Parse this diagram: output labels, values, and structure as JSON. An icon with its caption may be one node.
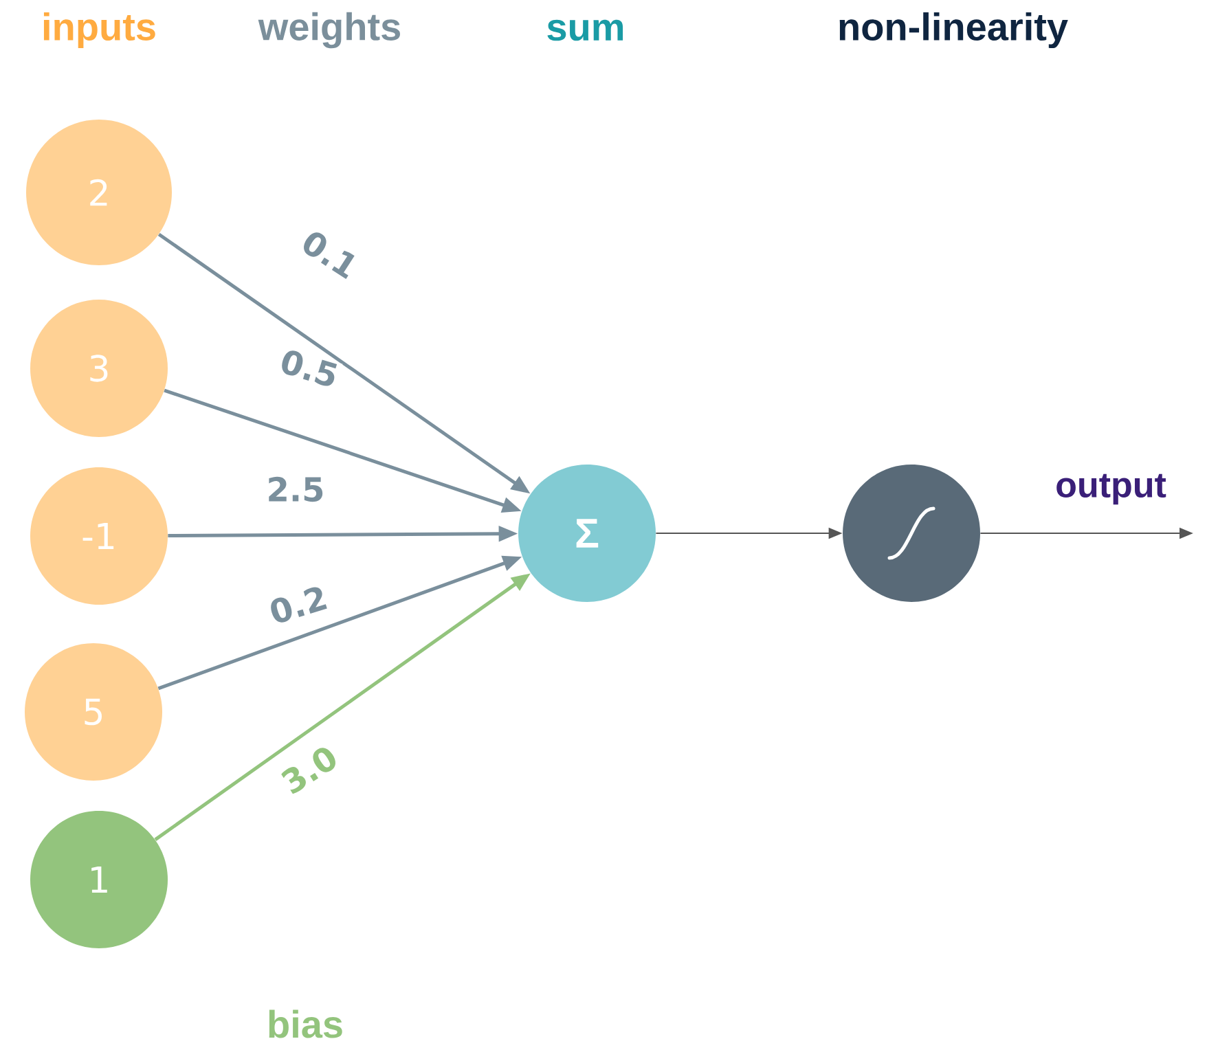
{
  "diagram": {
    "nodes": [
      {
        "text": [
          "2"
        ]
      },
      {
        "text": [
          "3"
        ]
      },
      {
        "text": [
          "-1"
        ]
      },
      {
        "text": [
          "5"
        ]
      },
      {
        "text": [
          "1"
        ]
      },
      {
        "text": [
          "Σ"
        ]
      },
      {
        "text": [],
        "shape": "circle"
      }
    ],
    "edges": [
      {
        "from": 0,
        "to": 5,
        "arrow": "to",
        "label": "0.1"
      },
      {
        "from": 1,
        "to": 5,
        "arrow": "to",
        "label": "0.5"
      },
      {
        "from": 2,
        "to": 5,
        "arrow": "to",
        "label": "2.5"
      },
      {
        "from": 3,
        "to": 5,
        "arrow": "to",
        "label": "0.2"
      },
      {
        "from": 4,
        "to": 5,
        "arrow": "to",
        "label": "3.0",
        "color": "#93c47d"
      },
      {
        "from": 5,
        "to": 6,
        "arrow": "to"
      },
      {
        "from": 6,
        "to": null,
        "arrow": "to",
        "label": "output"
      }
    ],
    "labels": [
      "inputs",
      "weights",
      "sum",
      "non-linearity",
      "bias"
    ]
  }
}
